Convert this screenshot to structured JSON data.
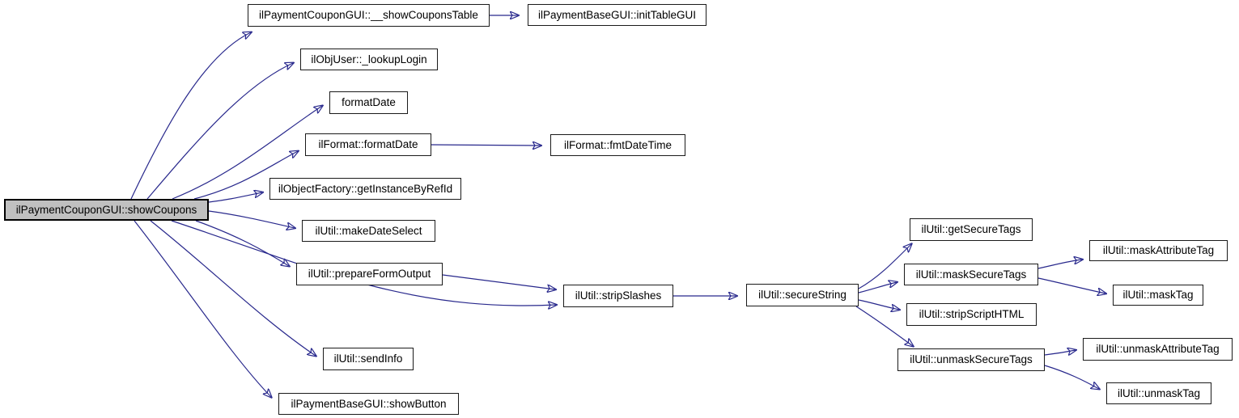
{
  "graph": {
    "type": "call-graph",
    "root": "ilPaymentCouponGUI::showCoupons",
    "colors": {
      "background": "#ffffff",
      "edge": "#28288c",
      "node_border": "#1a1a1a",
      "node_fill": "#ffffff",
      "selected_node_fill": "#c0c0c0",
      "text": "#000000"
    },
    "nodes": {
      "showCoupons": {
        "label": "ilPaymentCouponGUI::showCoupons",
        "selected": true
      },
      "showCouponsTable": {
        "label": "ilPaymentCouponGUI::__showCouponsTable"
      },
      "initTableGUI": {
        "label": "ilPaymentBaseGUI::initTableGUI"
      },
      "lookupLogin": {
        "label": "ilObjUser::_lookupLogin"
      },
      "formatDate": {
        "label": "formatDate"
      },
      "ilFormatFormatDate": {
        "label": "ilFormat::formatDate"
      },
      "fmtDateTime": {
        "label": "ilFormat::fmtDateTime"
      },
      "getInstanceByRefId": {
        "label": "ilObjectFactory::getInstanceByRefId"
      },
      "makeDateSelect": {
        "label": "ilUtil::makeDateSelect"
      },
      "prepareFormOutput": {
        "label": "ilUtil::prepareFormOutput"
      },
      "stripSlashes": {
        "label": "ilUtil::stripSlashes"
      },
      "secureString": {
        "label": "ilUtil::secureString"
      },
      "sendInfo": {
        "label": "ilUtil::sendInfo"
      },
      "showButton": {
        "label": "ilPaymentBaseGUI::showButton"
      },
      "getSecureTags": {
        "label": "ilUtil::getSecureTags"
      },
      "maskSecureTags": {
        "label": "ilUtil::maskSecureTags"
      },
      "stripScriptHTML": {
        "label": "ilUtil::stripScriptHTML"
      },
      "unmaskSecureTags": {
        "label": "ilUtil::unmaskSecureTags"
      },
      "maskAttributeTag": {
        "label": "ilUtil::maskAttributeTag"
      },
      "maskTag": {
        "label": "ilUtil::maskTag"
      },
      "unmaskAttributeTag": {
        "label": "ilUtil::unmaskAttributeTag"
      },
      "unmaskTag": {
        "label": "ilUtil::unmaskTag"
      }
    },
    "edges": [
      {
        "from": "showCoupons",
        "to": "showCouponsTable"
      },
      {
        "from": "showCoupons",
        "to": "lookupLogin"
      },
      {
        "from": "showCoupons",
        "to": "formatDate"
      },
      {
        "from": "showCoupons",
        "to": "ilFormatFormatDate"
      },
      {
        "from": "showCoupons",
        "to": "getInstanceByRefId"
      },
      {
        "from": "showCoupons",
        "to": "makeDateSelect"
      },
      {
        "from": "showCoupons",
        "to": "prepareFormOutput"
      },
      {
        "from": "showCoupons",
        "to": "stripSlashes"
      },
      {
        "from": "showCoupons",
        "to": "sendInfo"
      },
      {
        "from": "showCoupons",
        "to": "showButton"
      },
      {
        "from": "showCouponsTable",
        "to": "initTableGUI"
      },
      {
        "from": "ilFormatFormatDate",
        "to": "fmtDateTime"
      },
      {
        "from": "prepareFormOutput",
        "to": "stripSlashes"
      },
      {
        "from": "stripSlashes",
        "to": "secureString"
      },
      {
        "from": "secureString",
        "to": "getSecureTags"
      },
      {
        "from": "secureString",
        "to": "maskSecureTags"
      },
      {
        "from": "secureString",
        "to": "stripScriptHTML"
      },
      {
        "from": "secureString",
        "to": "unmaskSecureTags"
      },
      {
        "from": "maskSecureTags",
        "to": "maskAttributeTag"
      },
      {
        "from": "maskSecureTags",
        "to": "maskTag"
      },
      {
        "from": "unmaskSecureTags",
        "to": "unmaskAttributeTag"
      },
      {
        "from": "unmaskSecureTags",
        "to": "unmaskTag"
      }
    ]
  }
}
